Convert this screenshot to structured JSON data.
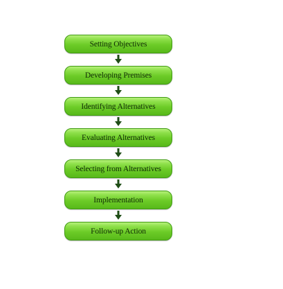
{
  "diagram": {
    "steps": [
      {
        "label": "Setting Objectives"
      },
      {
        "label": "Developing Premises"
      },
      {
        "label": "Identifying Alternatives"
      },
      {
        "label": "Evaluating Alternatives"
      },
      {
        "label": "Selecting from Alternatives"
      },
      {
        "label": "Implementation"
      },
      {
        "label": "Follow-up Action"
      }
    ],
    "colors": {
      "box_fill": "#6ccb27",
      "box_border": "#3f9a12",
      "arrow": "#1f4d17",
      "text": "#0f2a05"
    }
  }
}
